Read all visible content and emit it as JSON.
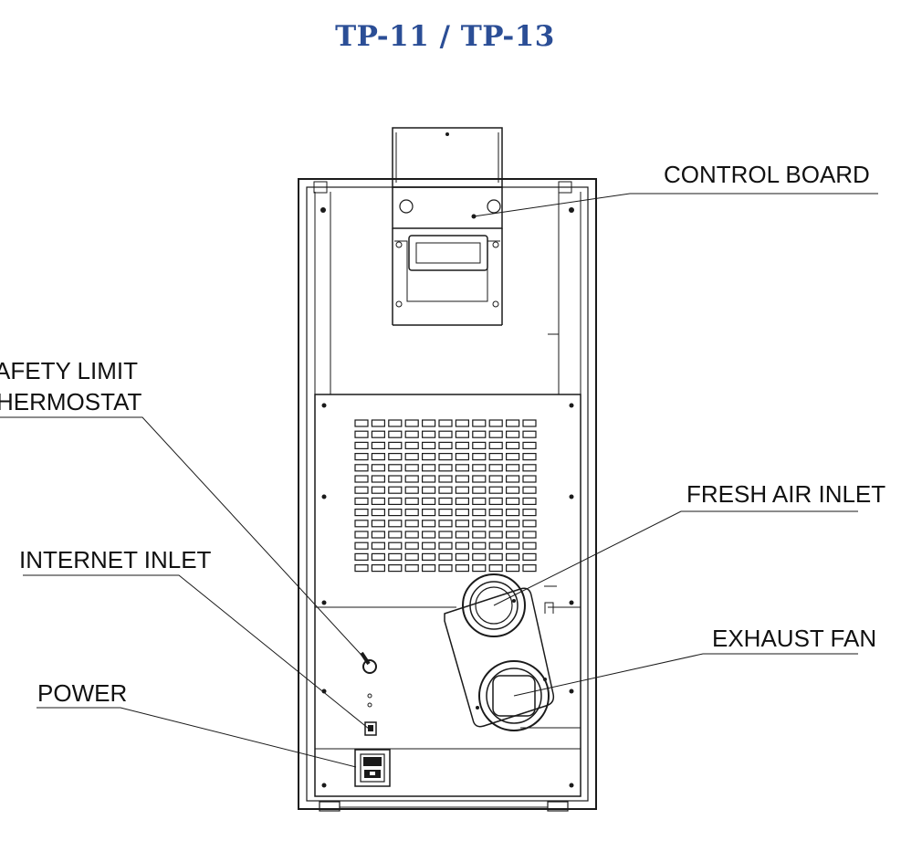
{
  "title": "TP-11 / TP-13",
  "labels": {
    "control_board": "CONTROL BOARD",
    "safety_limit_1": "AFETY LIMIT",
    "safety_limit_2": "HERMOSTAT",
    "fresh_air_inlet": "FRESH AIR INLET",
    "internet_inlet": "INTERNET INLET",
    "exhaust_fan": "EXHAUST FAN",
    "power": "POWER"
  },
  "colors": {
    "title": "#2b4e96",
    "line": "#1a1a1a",
    "background": "#ffffff"
  }
}
